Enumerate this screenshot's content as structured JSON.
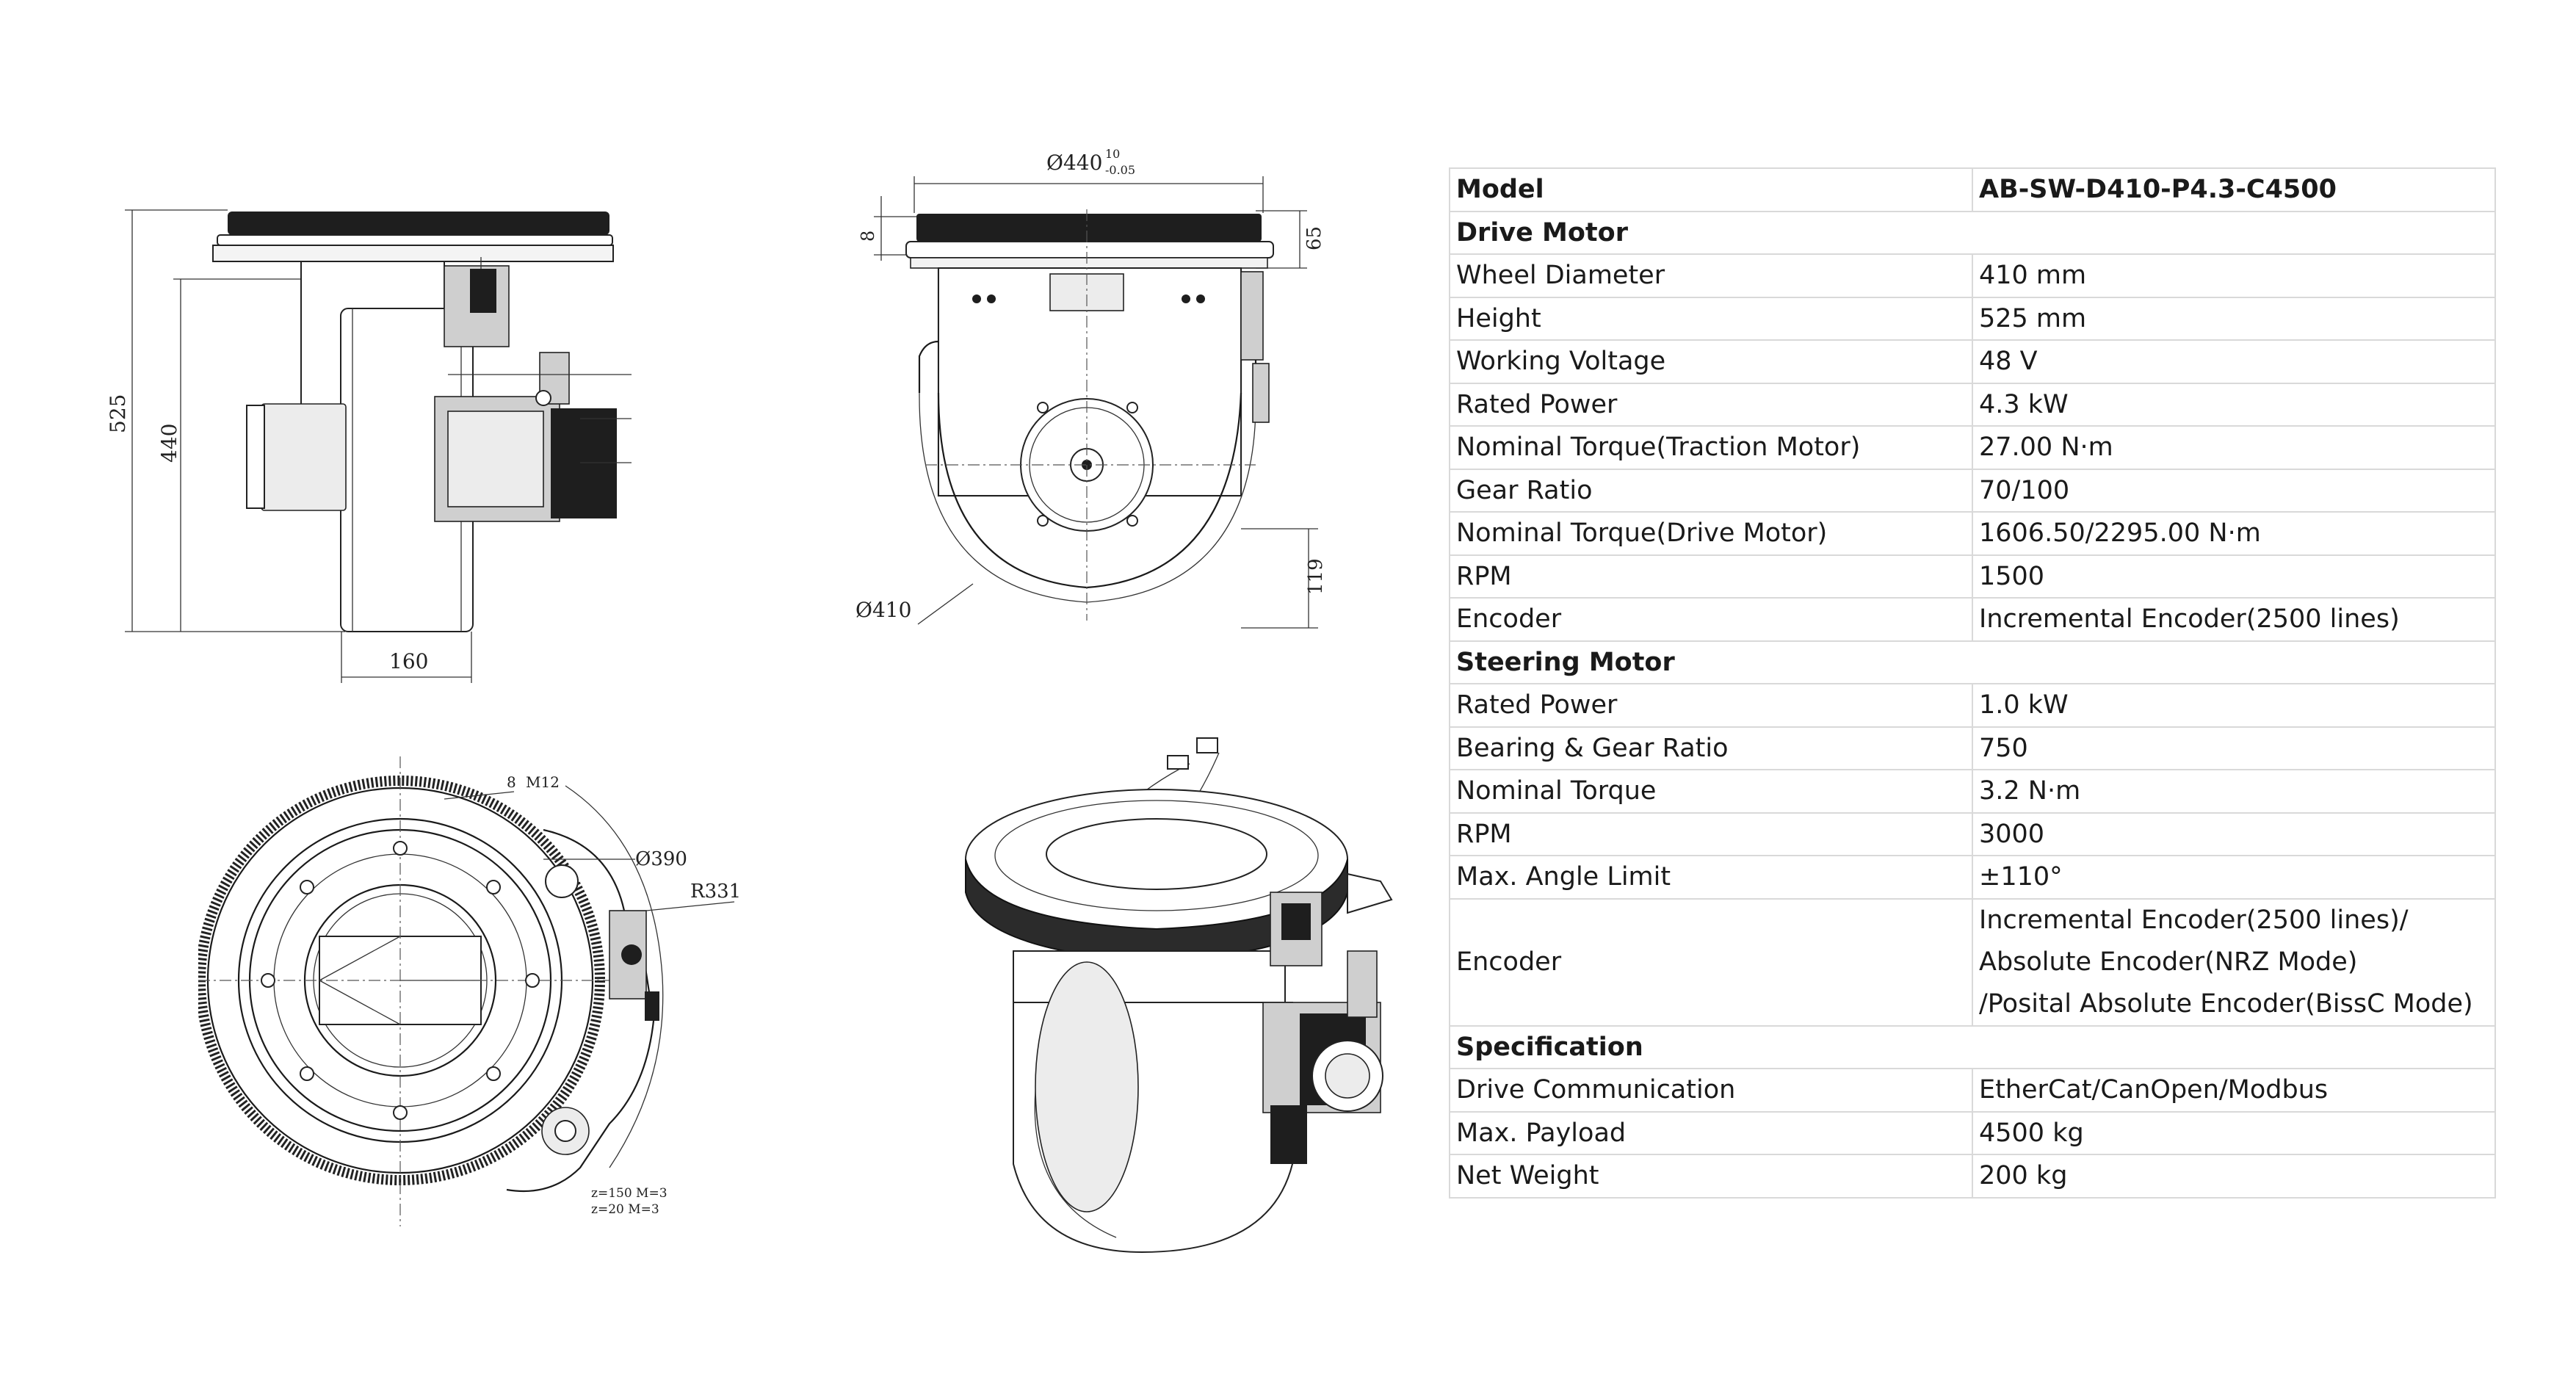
{
  "drawings": {
    "side_view": {
      "dims": [
        "525",
        "440",
        "160"
      ]
    },
    "front_view": {
      "dims": [
        "Ø440",
        "10",
        "-0.05",
        "8",
        "65",
        "Ø410",
        "119"
      ]
    },
    "top_view": {
      "dims": [
        "8",
        "M12",
        "Ø390",
        "R331",
        "z=150 M=3",
        "z=20 M=3"
      ]
    }
  },
  "spec": {
    "header": {
      "label": "Model",
      "value": "AB-SW-D410-P4.3-C4500"
    },
    "drive_motor": {
      "title": "Drive Motor",
      "rows": [
        {
          "label": "Wheel Diameter",
          "value": "410 mm"
        },
        {
          "label": "Height",
          "value": "525 mm"
        },
        {
          "label": "Working Voltage",
          "value": "48 V"
        },
        {
          "label": "Rated Power",
          "value": "4.3 kW"
        },
        {
          "label": "Nominal Torque(Traction Motor)",
          "value": "27.00 N·m"
        },
        {
          "label": "Gear Ratio",
          "value": "70/100"
        },
        {
          "label": "Nominal Torque(Drive Motor)",
          "value": "1606.50/2295.00 N·m"
        },
        {
          "label": "RPM",
          "value": "1500"
        },
        {
          "label": "Encoder",
          "value": "Incremental Encoder(2500 lines)"
        }
      ]
    },
    "steering_motor": {
      "title": "Steering Motor",
      "rows": [
        {
          "label": "Rated Power",
          "value": "1.0 kW"
        },
        {
          "label": "Bearing & Gear Ratio",
          "value": "750"
        },
        {
          "label": "Nominal Torque",
          "value": "3.2 N·m"
        },
        {
          "label": "RPM",
          "value": "3000"
        },
        {
          "label": "Max. Angle Limit",
          "value": "±110°"
        }
      ],
      "encoder": {
        "label": "Encoder",
        "lines": [
          "Incremental Encoder(2500 lines)/",
          "Absolute Encoder(NRZ Mode)",
          "/Posital Absolute Encoder(BissC Mode)"
        ]
      }
    },
    "specification": {
      "title": "Specification",
      "rows": [
        {
          "label": "Drive Communication",
          "value": "EtherCat/CanOpen/Modbus"
        },
        {
          "label": "Max. Payload",
          "value": "4500 kg"
        },
        {
          "label": "Net Weight",
          "value": "200 kg"
        }
      ]
    }
  }
}
